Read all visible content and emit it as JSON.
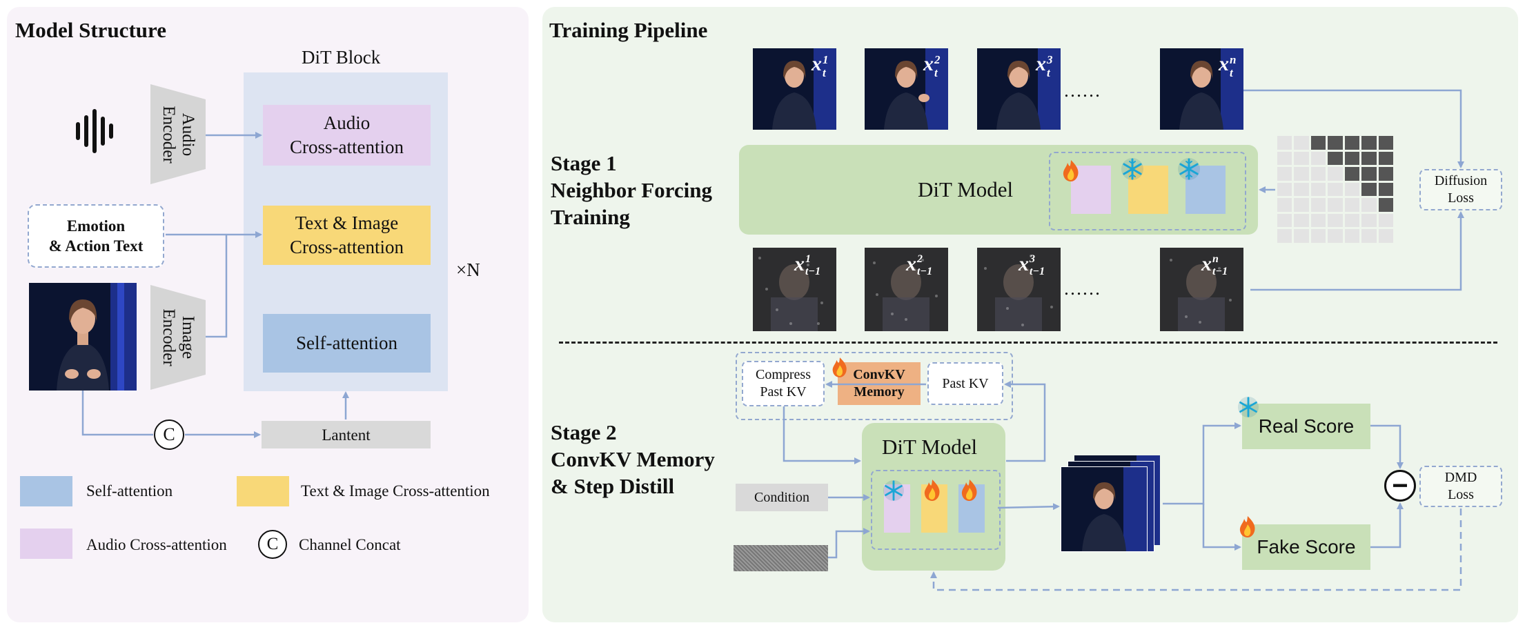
{
  "left": {
    "title": "Model Structure",
    "dit_block_label": "DiT Block",
    "audio_encoder": "Audio\nEncoder",
    "image_encoder": "Image\nEncoder",
    "audio_cross": "Audio\nCross-attention",
    "text_image_cross": "Text & Image\nCross-attention",
    "self_attention": "Self-attention",
    "emotion_text": "Emotion\n& Action Text",
    "times_n": "×N",
    "latent": "Lantent",
    "concat_symbol": "C",
    "legend": {
      "self_attention": "Self-attention",
      "text_image_cross": "Text & Image Cross-attention",
      "audio_cross": "Audio Cross-attention",
      "channel_concat": "Channel Concat"
    }
  },
  "right": {
    "title": "Training Pipeline",
    "stage1": "Stage 1\nNeighbor Forcing\nTraining",
    "stage2": "Stage 2\nConvKV Memory\n& Step Distill",
    "dit_model": "DiT Model",
    "diffusion_loss": "Diffusion\nLoss",
    "ellipsis": "……",
    "frames_clean": [
      "x",
      "x",
      "x",
      "x"
    ],
    "frames_clean_sup": [
      "1",
      "2",
      "3",
      "n"
    ],
    "frames_clean_sub": [
      "t",
      "t",
      "t",
      "t"
    ],
    "frames_noisy_sup": [
      "1",
      "2",
      "3",
      "n"
    ],
    "frames_noisy_sub": [
      "t−1",
      "t−1",
      "t−1",
      "t−1"
    ],
    "compress_past_kv": "Compress\nPast KV",
    "convkv_memory": "ConvKV\nMemory",
    "past_kv": "Past KV",
    "condition": "Condition",
    "real_score": "Real Score",
    "fake_score": "Fake Score",
    "dmd_loss": "DMD\nLoss",
    "minus": "−"
  },
  "colors": {
    "left_panel_bg": "#f8f3f9",
    "right_panel_bg": "#eef5ec",
    "dit_block_bg": "#dde4f2",
    "audio_cross": "#e4d0ee",
    "text_image_cross": "#f8d878",
    "self_attention": "#a9c4e4",
    "encoder_gray": "#d5d5d5",
    "green_box": "#c9e0b8",
    "convkv": "#eeb183",
    "arrow": "#8da6d2"
  },
  "icons": {
    "audio": "audio-wave-icon",
    "fire": "fire-icon",
    "snowflake": "snowflake-icon",
    "minus": "minus-circle-icon",
    "concat": "concat-c-icon"
  }
}
